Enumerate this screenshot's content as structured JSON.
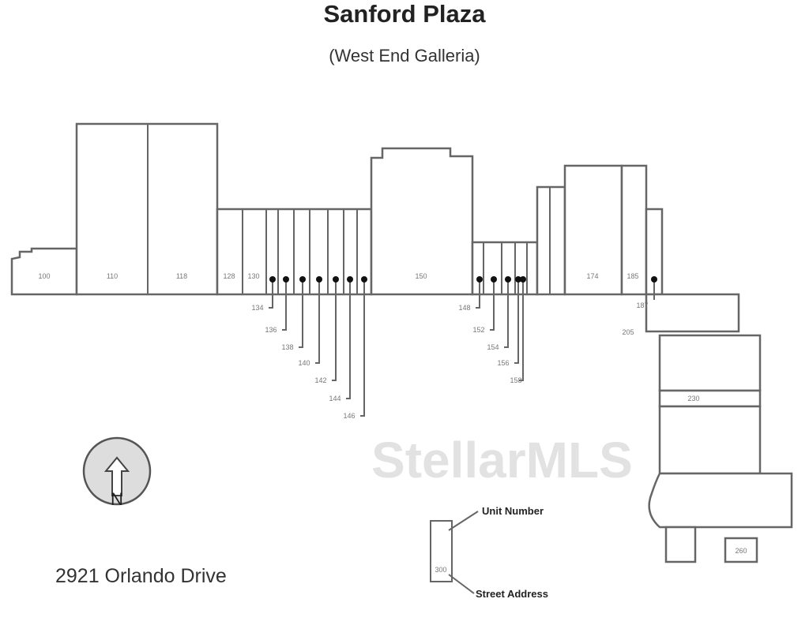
{
  "header": {
    "title": "Sanford Plaza",
    "subtitle": "(West End Galleria)"
  },
  "address": "2921 Orlando Drive",
  "compass": {
    "label": "N"
  },
  "legend": {
    "unit_number": "Unit Number",
    "street_address": "Street Address",
    "sample_address": "300"
  },
  "watermark": "StellarMLS",
  "units_top": [
    "100",
    "110",
    "118",
    "128",
    "130",
    "150",
    "174",
    "185"
  ],
  "leader_labels_left": [
    "134",
    "136",
    "138",
    "140",
    "142",
    "144",
    "146"
  ],
  "leader_labels_right": [
    "148",
    "152",
    "154",
    "156",
    "158"
  ],
  "misc_labels": [
    "187",
    "205",
    "230",
    "260"
  ]
}
